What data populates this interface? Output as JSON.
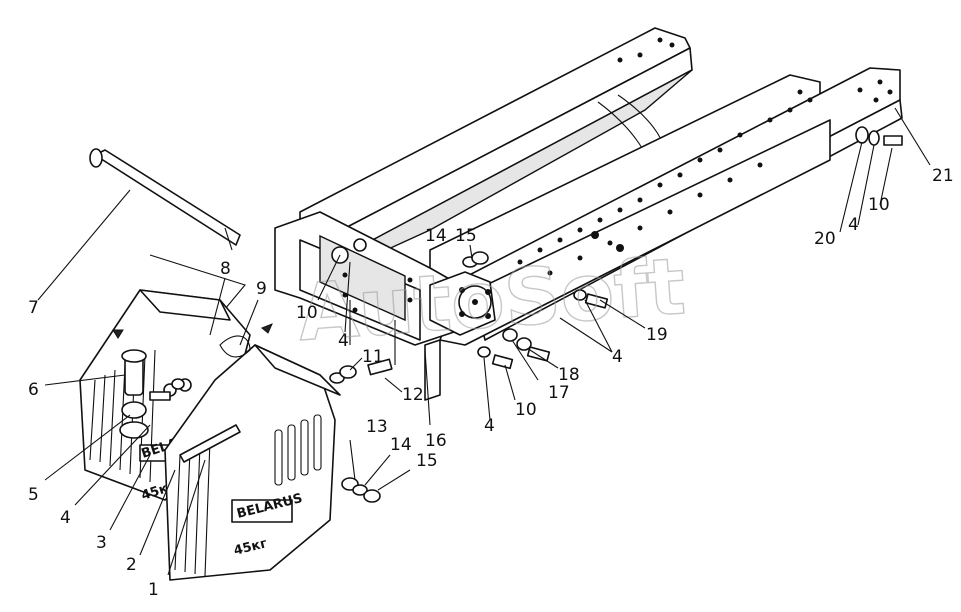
{
  "watermark": "AutoSoft",
  "weight_embossing": {
    "brand": "BELARUS",
    "mass": "45кг"
  },
  "callouts": [
    "1",
    "2",
    "3",
    "4",
    "5",
    "6",
    "7",
    "8",
    "9",
    "10",
    "11",
    "12",
    "13",
    "14",
    "15",
    "16",
    "17",
    "18",
    "19",
    "20",
    "21"
  ],
  "labels": {
    "l1": "1",
    "l2": "2",
    "l3": "3",
    "l4a": "4",
    "l5": "5",
    "l6": "6",
    "l7": "7",
    "l8": "8",
    "l9": "9",
    "l10a": "10",
    "l4b": "4",
    "l11": "11",
    "l12": "12",
    "l14a": "14",
    "l15a": "15",
    "l16": "16",
    "l4c": "4",
    "l10b": "10",
    "l17": "17",
    "l18": "18",
    "l4d": "4",
    "l19": "19",
    "l13": "13",
    "l14b": "14",
    "l15b": "15",
    "l20": "20",
    "l4e": "4",
    "l10c": "10",
    "l21": "21"
  }
}
